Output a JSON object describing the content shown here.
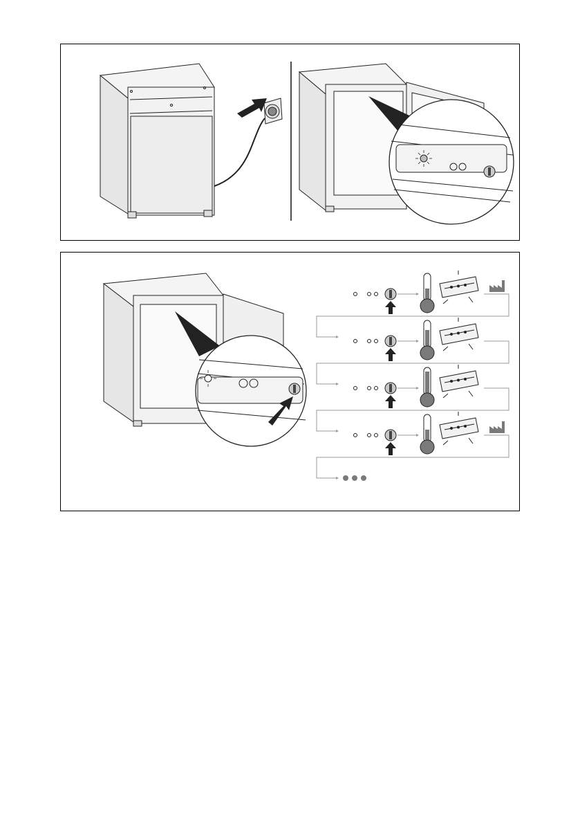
{
  "page": {
    "background": "#ffffff"
  },
  "figures": [
    {
      "id": "connect-and-power",
      "steps": [
        "plug-power-cable-into-socket",
        "interior-light-on-zoom-control-panel"
      ],
      "icons": [
        "fridge",
        "power-plug",
        "socket",
        "push-arrow",
        "magnifier-callout",
        "lit-indicator-lamp",
        "control-knob"
      ]
    },
    {
      "id": "temperature-setting-sequence",
      "rows": [
        {
          "press_knob": true,
          "thermometer_level": "low",
          "display": "blinking",
          "factory_setting_icon": true
        },
        {
          "press_knob": true,
          "thermometer_level": "medium",
          "display": "blinking",
          "factory_setting_icon": false
        },
        {
          "press_knob": true,
          "thermometer_level": "high",
          "display": "blinking",
          "factory_setting_icon": false
        },
        {
          "press_knob": true,
          "thermometer_level": "low",
          "display": "blinking",
          "factory_setting_icon": true
        }
      ],
      "continuation": "repeat",
      "colors": {
        "line": "#222222",
        "fill_grey": "#c8c8c8",
        "fill_dark": "#7a7a7a",
        "flow_line": "#9a9a9a"
      }
    }
  ]
}
